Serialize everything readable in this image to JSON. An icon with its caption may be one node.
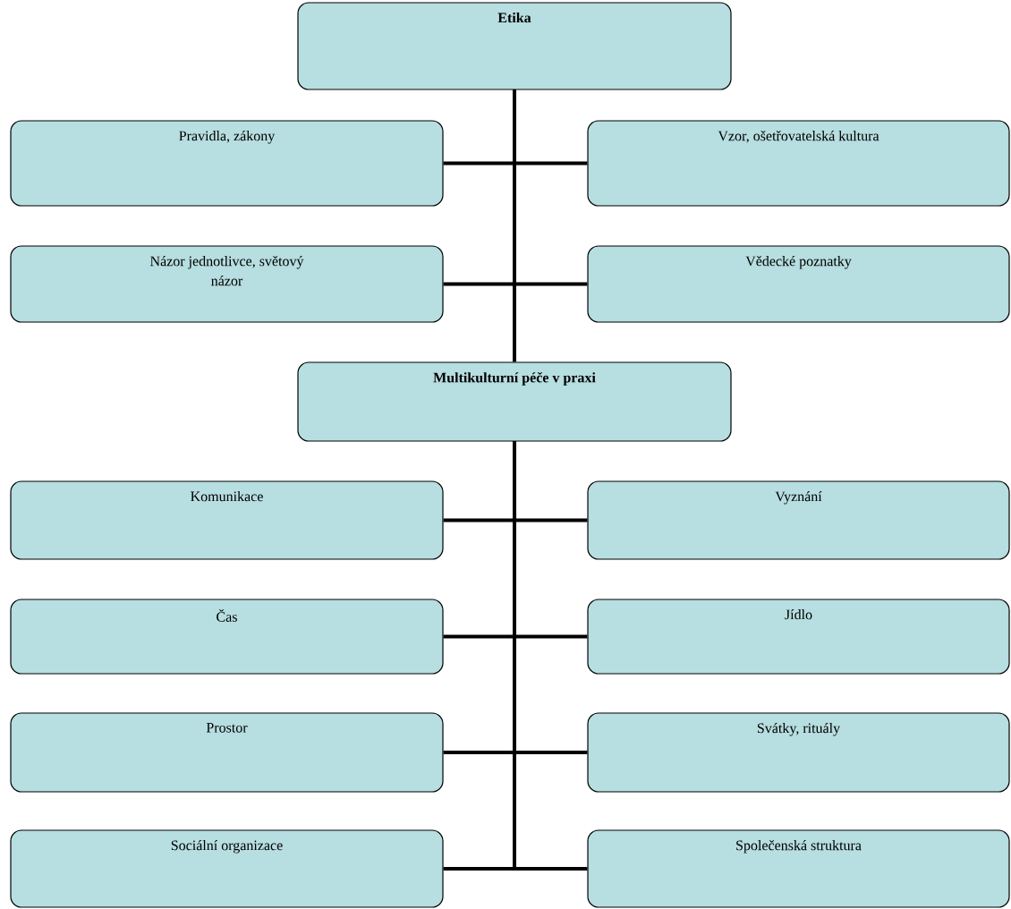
{
  "diagram": {
    "nodes": [
      {
        "text": [
          "Etika"
        ]
      },
      {
        "text": [
          "Pravidla, zákony"
        ]
      },
      {
        "text": [
          "Vzor, ošetřovatelská kultura"
        ]
      },
      {
        "text": [
          "Názor jednotlivce, světový názor"
        ]
      },
      {
        "text": [
          "Vědecké poznatky"
        ]
      },
      {
        "text": [
          "Multikulturní péče v praxi"
        ]
      },
      {
        "text": [
          "Komunikace"
        ]
      },
      {
        "text": [
          "Vyznání"
        ]
      },
      {
        "text": [
          "Čas"
        ]
      },
      {
        "text": [
          "Jídlo"
        ]
      },
      {
        "text": [
          "Prostor"
        ]
      },
      {
        "text": [
          "Svátky, rituály"
        ]
      },
      {
        "text": [
          "Sociální organizace"
        ]
      },
      {
        "text": [
          "Společenská struktura"
        ]
      }
    ],
    "edges": [
      {
        "from": 0,
        "to": 1,
        "arrow": "none"
      },
      {
        "from": 0,
        "to": 2,
        "arrow": "none"
      },
      {
        "from": 0,
        "to": 3,
        "arrow": "none"
      },
      {
        "from": 0,
        "to": 4,
        "arrow": "none"
      },
      {
        "from": 0,
        "to": 5,
        "arrow": "none"
      },
      {
        "from": 5,
        "to": 6,
        "arrow": "none"
      },
      {
        "from": 5,
        "to": 7,
        "arrow": "none"
      },
      {
        "from": 5,
        "to": 8,
        "arrow": "none"
      },
      {
        "from": 5,
        "to": 9,
        "arrow": "none"
      },
      {
        "from": 5,
        "to": 10,
        "arrow": "none"
      },
      {
        "from": 5,
        "to": 11,
        "arrow": "none"
      },
      {
        "from": 5,
        "to": 12,
        "arrow": "none"
      },
      {
        "from": 5,
        "to": 13,
        "arrow": "none"
      }
    ]
  }
}
